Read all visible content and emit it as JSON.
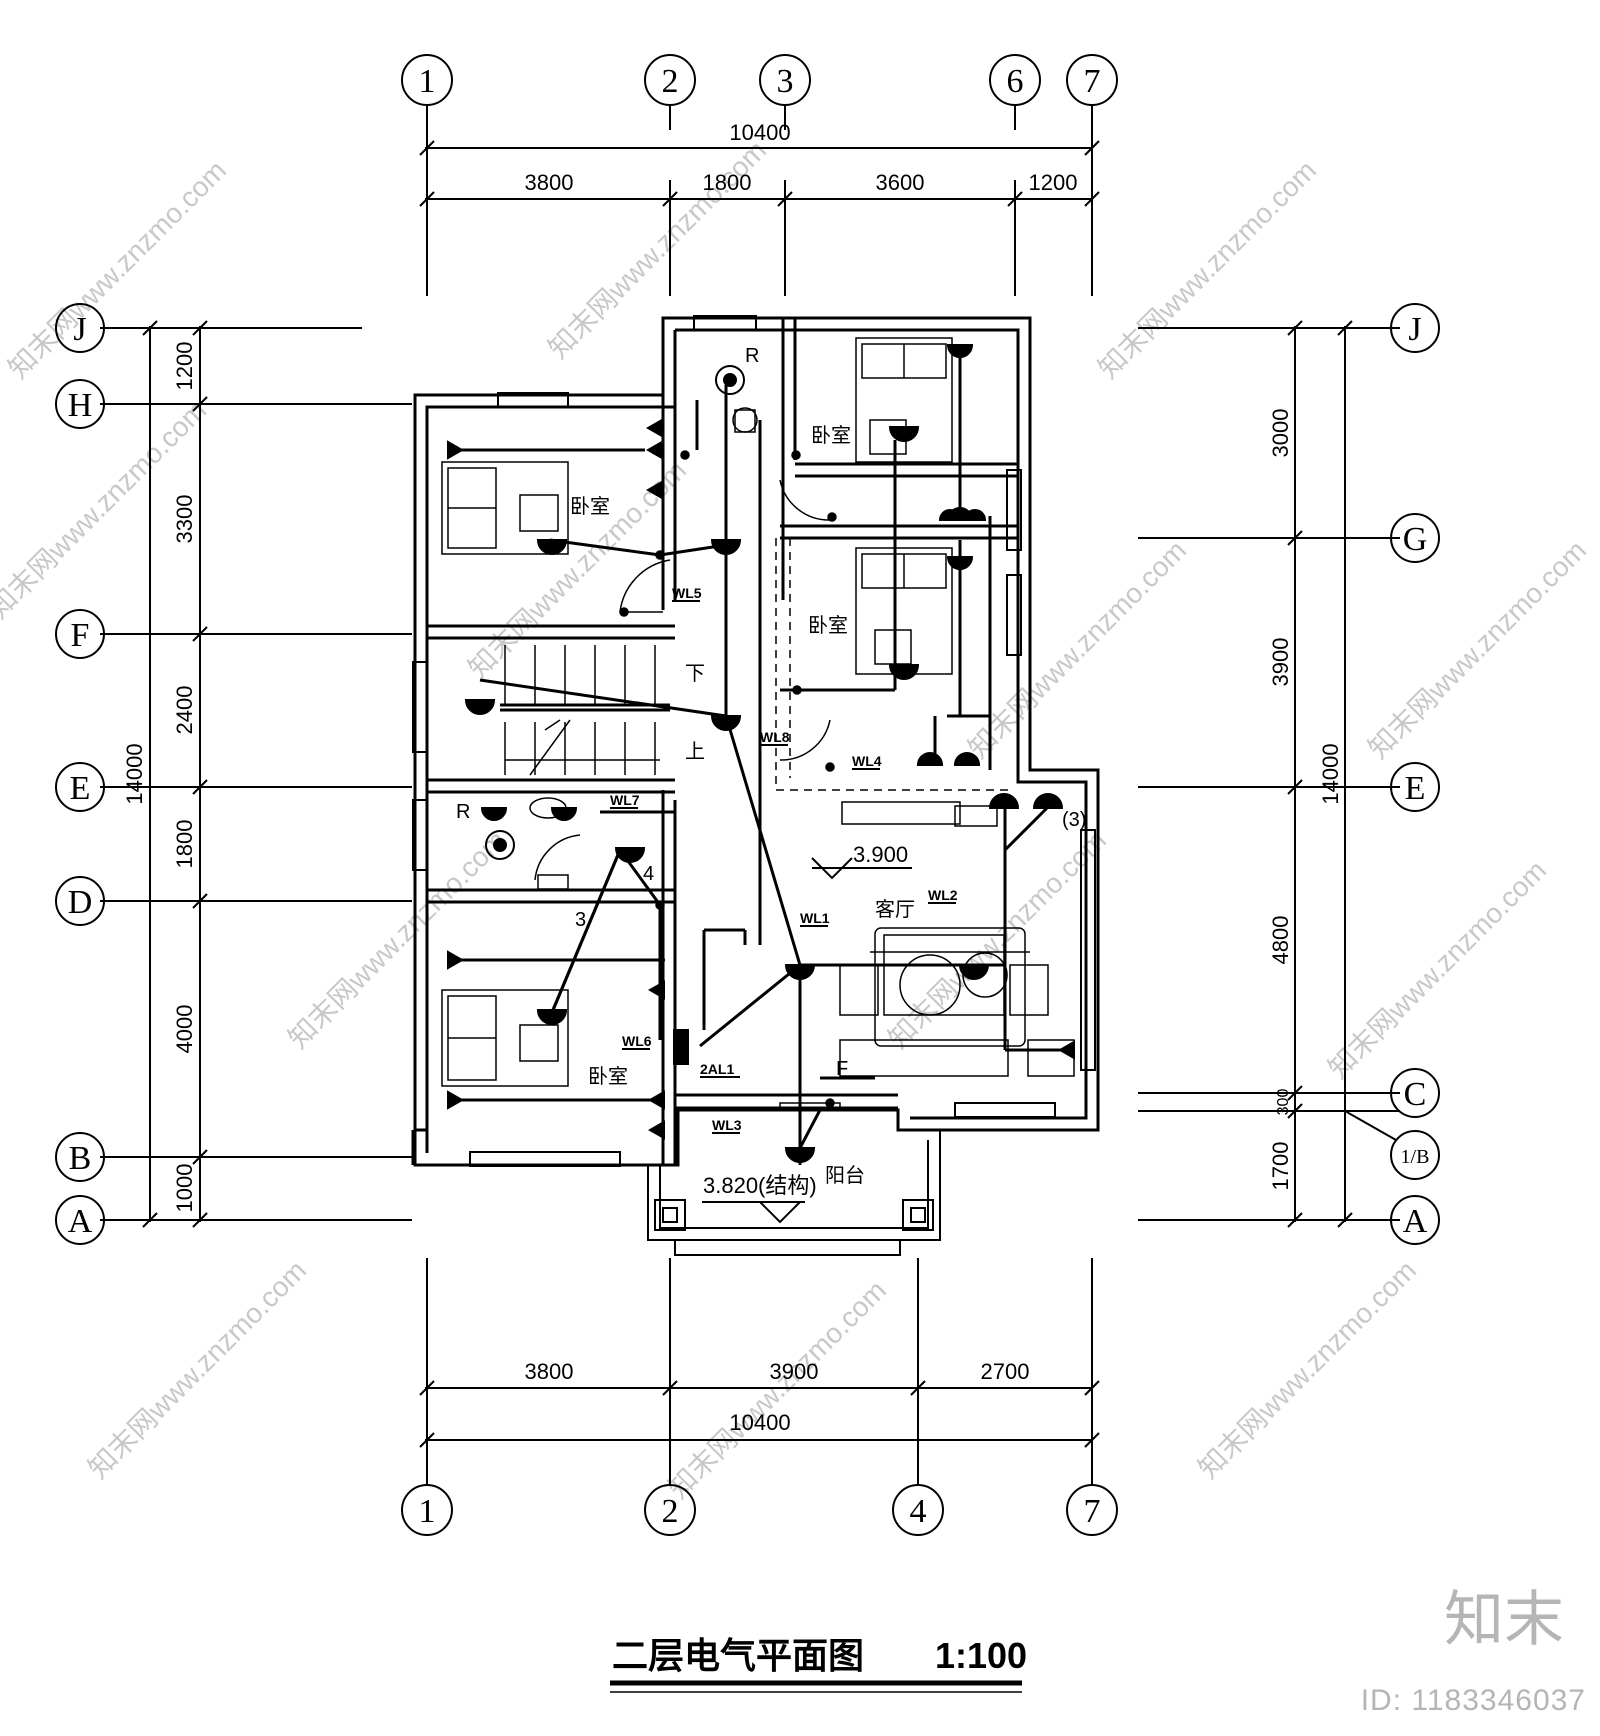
{
  "title": "二层电气平面图",
  "scale": "1:100",
  "axes": {
    "top": [
      "1",
      "2",
      "3",
      "6",
      "7"
    ],
    "bottom": [
      "1",
      "2",
      "4",
      "7"
    ],
    "left": [
      "J",
      "H",
      "F",
      "E",
      "D",
      "B",
      "A"
    ],
    "right": [
      "J",
      "G",
      "E",
      "C",
      "1/B",
      "A"
    ]
  },
  "dims": {
    "top_total": "10400",
    "top": [
      "3800",
      "1800",
      "3600",
      "1200"
    ],
    "bottom": [
      "3800",
      "3900",
      "2700"
    ],
    "bottom_total": "10400",
    "left": [
      "1200",
      "3300",
      "2400",
      "1800",
      "4000",
      "1000"
    ],
    "left_total": "14000",
    "right": [
      "3000",
      "3900",
      "4800",
      "300",
      "1700"
    ],
    "right_total": "14000"
  },
  "rooms": {
    "bedroom_nw": "卧室",
    "bedroom_ne": "卧室",
    "bedroom_e": "卧室",
    "bedroom_sw": "卧室",
    "living": "客厅",
    "balcony": "阳台"
  },
  "levels": {
    "floor": "3.900",
    "balcony": "3.820(结构)"
  },
  "circuits": {
    "wl1": "WL1",
    "wl2": "WL2",
    "wl3": "WL3",
    "wl4": "WL4",
    "wl5": "WL5",
    "wl6": "WL6",
    "wl7": "WL7",
    "wl8": "WL8",
    "panel": "2AL1"
  },
  "stair": {
    "down": "下",
    "up": "上"
  },
  "marks": {
    "r1": "R",
    "r2": "R",
    "f": "F",
    "n3a": "3",
    "n4": "4",
    "n3b": "(3)"
  },
  "watermark": "知末网www.znzmo.com",
  "brand": {
    "logo": "知末",
    "id": "ID: 1183346037"
  }
}
